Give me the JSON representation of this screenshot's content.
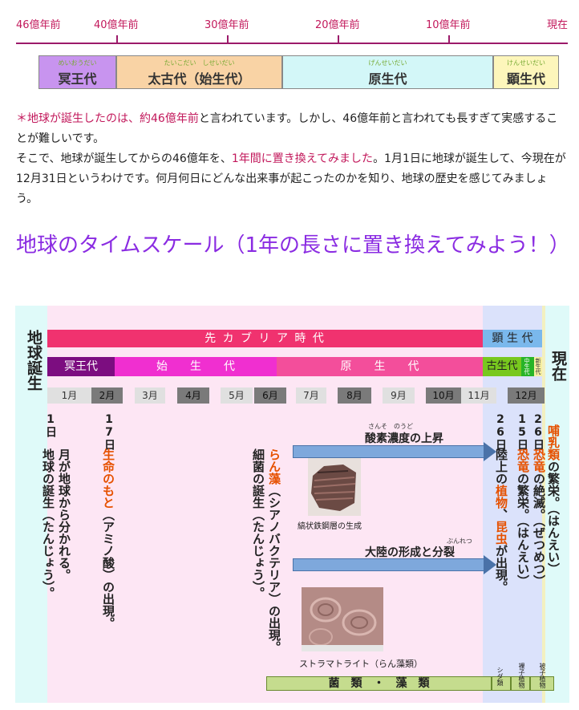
{
  "timeline": {
    "labels": [
      "46億年前",
      "40億年前",
      "30億年前",
      "20億年前",
      "10億年前",
      "現在"
    ],
    "eras": [
      {
        "ruby": "めいおうだい",
        "name": "冥王代",
        "color": "#c894ef"
      },
      {
        "ruby": "たいこだい　しせいだい",
        "name": "太古代（始生代）",
        "color": "#f9d3a5"
      },
      {
        "ruby": "げんせいだい",
        "name": "原生代",
        "color": "#d3f7f8"
      },
      {
        "ruby": "けんせいだい",
        "name": "顕生代",
        "color": "#fdf6bb"
      }
    ]
  },
  "paragraphs": {
    "p1_star": "＊",
    "p1_hl": "地球が誕生したのは、約46億年前",
    "p1_rest": "と言われています。しかし、46億年前と言われても長すぎて実感することが難しいです。",
    "p2_a": "そこで、地球が誕生してからの46億年を、",
    "p2_hl": "1年間に置き換えてみました",
    "p2_b": "。1月1日に地球が誕生して、今現在が12月31日というわけです。何月何日にどんな出来事が起こったのかを知り、地球の歴史を感じてみましょう。"
  },
  "heading": "地球のタイムスケール（1年の長さに置き換えてみよう！）",
  "chart": {
    "side_left": "地球誕生",
    "side_right": "現在",
    "precambrian": "先 カ ブ リ ア 時 代",
    "phanerozoic": "顕 生 代",
    "eras": {
      "meio": "冥王代",
      "shisei": "始　　生　　代",
      "gensei": "原　　生　　代",
      "kosei": "古生代",
      "chusei": "中生代",
      "shinsei": "新生代"
    },
    "months": [
      "1月",
      "2月",
      "3月",
      "4月",
      "5月",
      "6月",
      "7月",
      "8月",
      "9月",
      "10月",
      "11月",
      "12月"
    ],
    "days": {
      "d1": "1日",
      "d17": "17日",
      "d26a": "26日",
      "d15": "15日",
      "d26b": "26日"
    },
    "events": {
      "e1": "地球の誕生（たんじょう）。",
      "e2": "月が地球から分かれる。",
      "e3_hl": "生命のもと",
      "e3_rest": "（アミノ酸）の出現。",
      "e4": "細菌の誕生（たんじょう）。",
      "e5_hl": "らん藻",
      "e5_rest": "（シアノバクテリア）の出現。",
      "e6_a": "陸上の",
      "e6_hl1": "植物",
      "e6_b": "、",
      "e6_hl2": "昆虫",
      "e6_c": "が出現。",
      "e7_hl": "恐竜",
      "e7_rest": "の繁栄。（はんえい）",
      "e8_hl": "恐竜",
      "e8_rest": "の絶滅。（ぜつめつ）",
      "e9_hl": "哺乳類",
      "e9_rest": "の繁栄。（はんえい）"
    },
    "arrows": {
      "a1_ruby": "さんそ　のうど",
      "a1": "酸素濃度の上昇",
      "a2_ruby": "ぶんれつ",
      "a2": "大陸の形成と分裂"
    },
    "photos": {
      "p1_caption": "縞状鉄鋼層の生成",
      "p2_caption": "ストラマトライト（らん藻類）"
    },
    "bottom": {
      "main": "菌　類　・　藻　類",
      "fern": "シダ類",
      "gymno": "裸子植物",
      "angio": "被子植物"
    }
  }
}
